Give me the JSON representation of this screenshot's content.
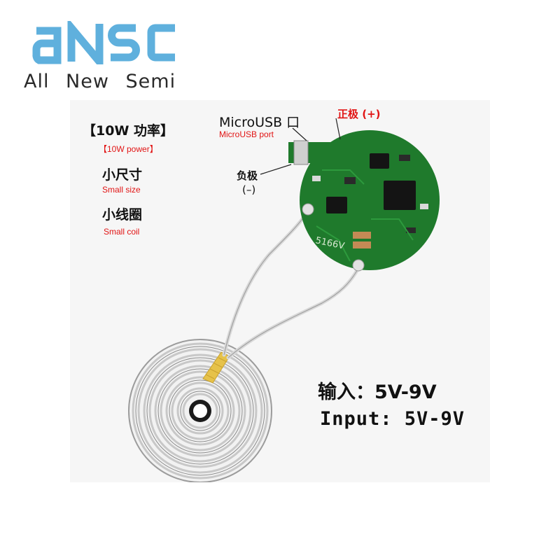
{
  "brand": {
    "logo_text": "ANSC",
    "tagline": "All New Semi",
    "logo_color": "#5fb0dd"
  },
  "labels": {
    "power_cn": "【10W 功率】",
    "power_en": "【10W power】",
    "size_cn": "小尺寸",
    "size_en": "Small size",
    "coil_cn": "小线圈",
    "coil_en": "Small coil",
    "usb_cn": "MicroUSB 口",
    "usb_en": "MicroUSB port",
    "positive": "正极 (+)",
    "negative": "负极",
    "negative_sign": "(–)",
    "input_cn": "输入：5V-9V",
    "input_en": "Input: 5V-9V"
  },
  "board": {
    "marking": "5166V",
    "color": "#1f7a2c"
  },
  "colors": {
    "accent_red": "#e11414",
    "coil_tape": "#e6c24a"
  }
}
